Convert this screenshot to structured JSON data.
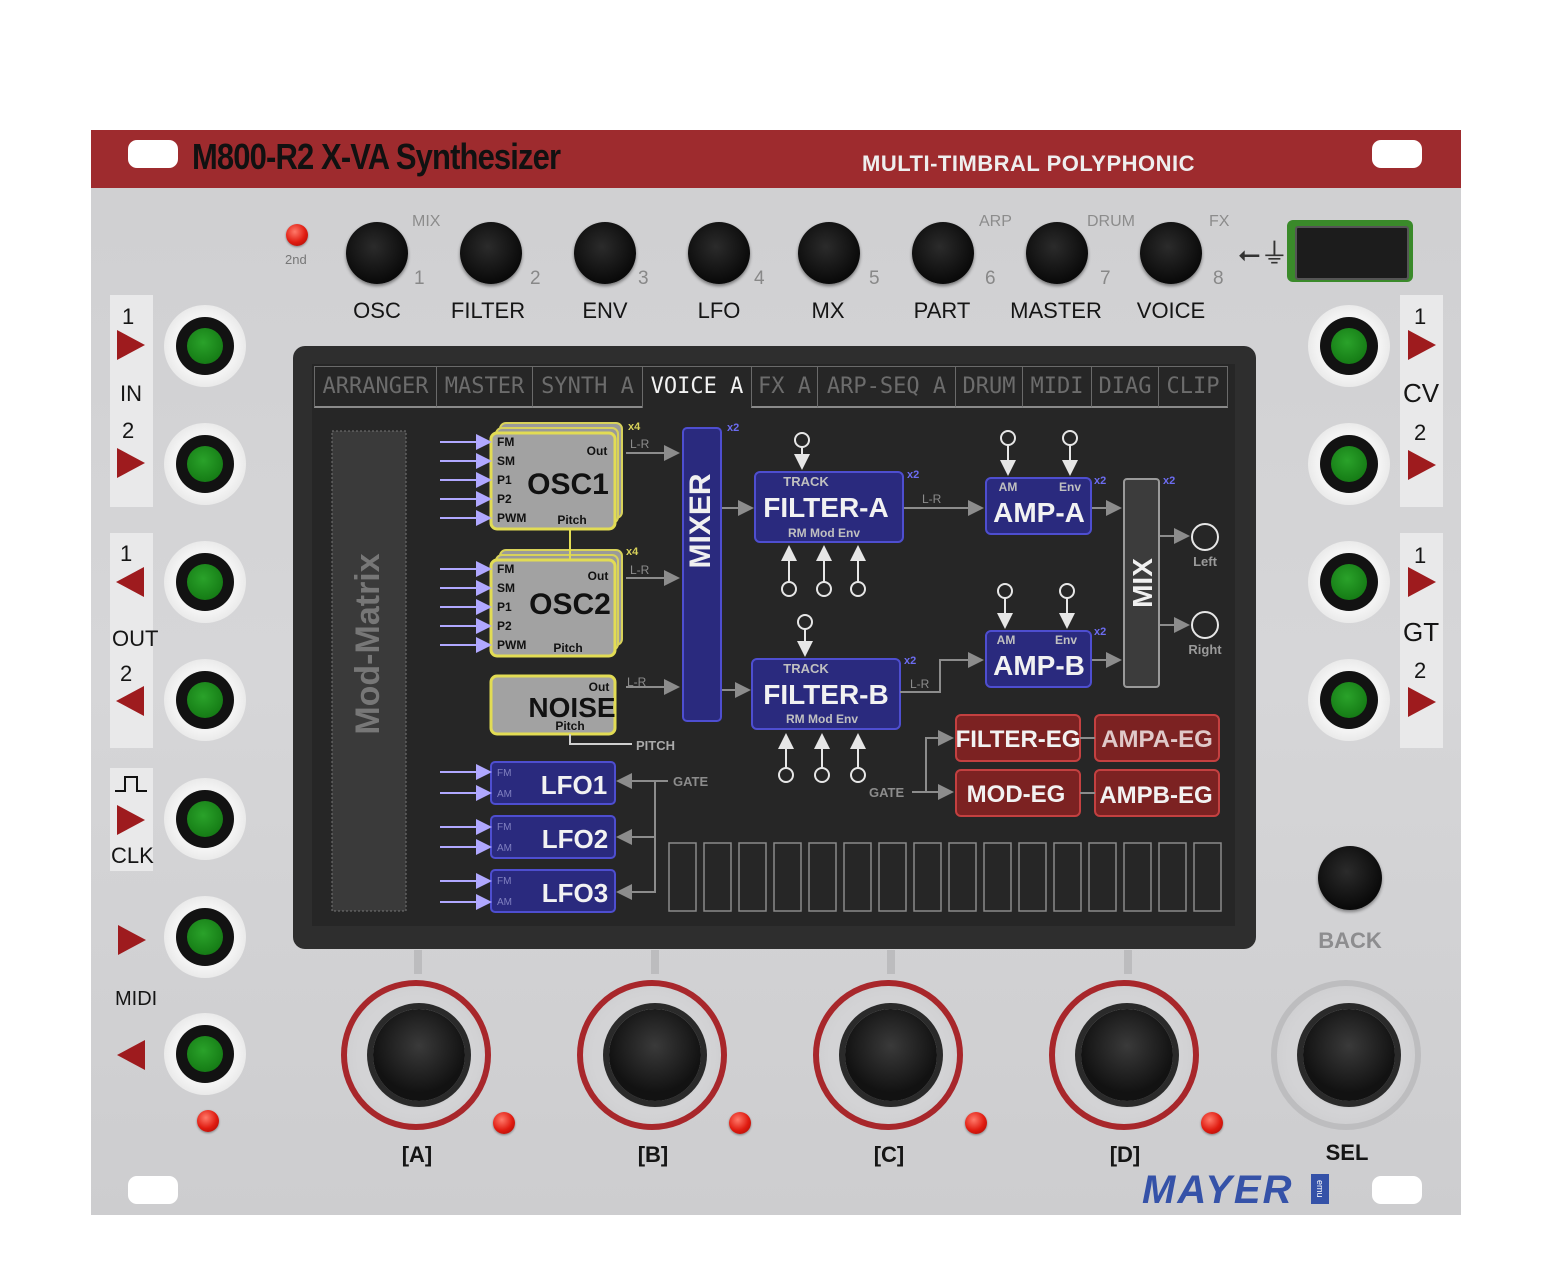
{
  "header": {
    "title": "M800-R2 X-VA Synthesizer",
    "subtitle": "MULTI-TIMBRAL POLYPHONIC"
  },
  "top_buttons": [
    {
      "label": "OSC",
      "number": "1",
      "alt": "MIX"
    },
    {
      "label": "FILTER",
      "number": "2",
      "alt": ""
    },
    {
      "label": "ENV",
      "number": "3",
      "alt": ""
    },
    {
      "label": "LFO",
      "number": "4",
      "alt": ""
    },
    {
      "label": "MX",
      "number": "5",
      "alt": ""
    },
    {
      "label": "PART",
      "number": "6",
      "alt": "ARP"
    },
    {
      "label": "MASTER",
      "number": "7",
      "alt": "DRUM"
    },
    {
      "label": "VOICE",
      "number": "8",
      "alt": "FX"
    }
  ],
  "second_led_label": "2nd",
  "left_jacks": {
    "in_label": "IN",
    "in_1": "1",
    "in_2": "2",
    "out_label": "OUT",
    "out_1": "1",
    "out_2": "2",
    "clk_label": "CLK",
    "midi_label": "MIDI"
  },
  "right_jacks": {
    "cv_label": "CV",
    "cv_1": "1",
    "cv_2": "2",
    "gt_label": "GT",
    "gt_1": "1",
    "gt_2": "2"
  },
  "screen": {
    "tabs": [
      "ARRANGER",
      "MASTER",
      "SYNTH A",
      "VOICE A",
      "FX A",
      "ARP-SEQ A",
      "DRUM",
      "MIDI",
      "DIAG",
      "CLIP"
    ],
    "active_tab": "VOICE A",
    "mod_matrix": "Mod-Matrix",
    "osc1": {
      "name": "OSC1",
      "inputs": [
        "FM",
        "SM",
        "P1",
        "P2",
        "PWM"
      ],
      "out": "Out",
      "pitch": "Pitch",
      "mult": "x4"
    },
    "osc2": {
      "name": "OSC2",
      "inputs": [
        "FM",
        "SM",
        "P1",
        "P2",
        "PWM"
      ],
      "out": "Out",
      "pitch": "Pitch",
      "mult": "x4"
    },
    "noise": {
      "name": "NOISE",
      "out": "Out",
      "pitch": "Pitch"
    },
    "lr": "L-R",
    "pitch_label": "PITCH",
    "mixer": "MIXER",
    "mixer_mult": "x2",
    "filter_a": {
      "name": "FILTER-A",
      "top": "TRACK",
      "bottom": "RM  Mod  Env",
      "mult": "x2"
    },
    "filter_b": {
      "name": "FILTER-B",
      "top": "TRACK",
      "bottom": "RM  Mod  Env",
      "mult": "x2"
    },
    "amp_a": {
      "name": "AMP-A",
      "am": "AM",
      "env": "Env",
      "mult": "x2"
    },
    "amp_b": {
      "name": "AMP-B",
      "am": "AM",
      "env": "Env",
      "mult": "x2"
    },
    "mix": "MIX",
    "mix_mult": "x2",
    "left_out": "Left",
    "right_out": "Right",
    "lfos": [
      {
        "name": "LFO1",
        "fm": "FM",
        "am": "AM"
      },
      {
        "name": "LFO2",
        "fm": "FM",
        "am": "AM"
      },
      {
        "name": "LFO3",
        "fm": "FM",
        "am": "AM"
      }
    ],
    "gate": "GATE",
    "egs": [
      "FILTER-EG",
      "AMPA-EG",
      "MOD-EG",
      "AMPB-EG"
    ]
  },
  "knobs": [
    "[A]",
    "[B]",
    "[C]",
    "[D]",
    "SEL"
  ],
  "back_label": "BACK",
  "brand": "MAYER",
  "brand_sub": "emu"
}
